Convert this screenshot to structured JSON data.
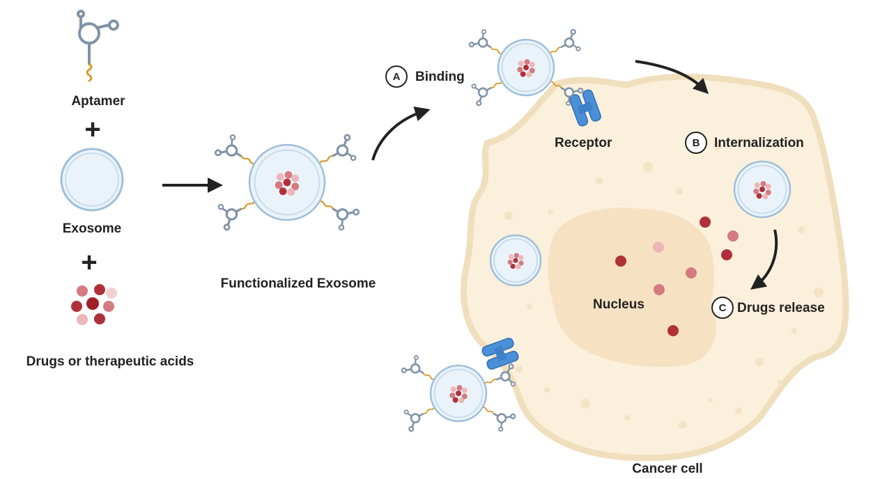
{
  "labels": {
    "aptamer": "Aptamer",
    "exosome": "Exosome",
    "drugs": "Drugs or therapeutic acids",
    "functionalized": "Functionalized Exosome",
    "binding": "Binding",
    "receptor": "Receptor",
    "internalization": "Internalization",
    "nucleus": "Nucleus",
    "drugs_release": "Drugs release",
    "cancer_cell": "Cancer cell"
  },
  "steps": {
    "a": "A",
    "b": "B",
    "c": "C"
  },
  "symbols": {
    "plus": "+"
  },
  "colors": {
    "cell_fill": "#fbf0dc",
    "cell_stroke": "#f0dfbd",
    "nucleus_fill": "#f7e1c3",
    "exosome_fill": "#eaf3fa",
    "exosome_stroke": "#9fbfda",
    "aptamer_stroke": "#7f93a8",
    "linker": "#d79a2e",
    "receptor": "#4a90d9",
    "drug_dark": "#b0303a",
    "drug_mid": "#d47a80",
    "drug_light": "#edb6b8"
  }
}
